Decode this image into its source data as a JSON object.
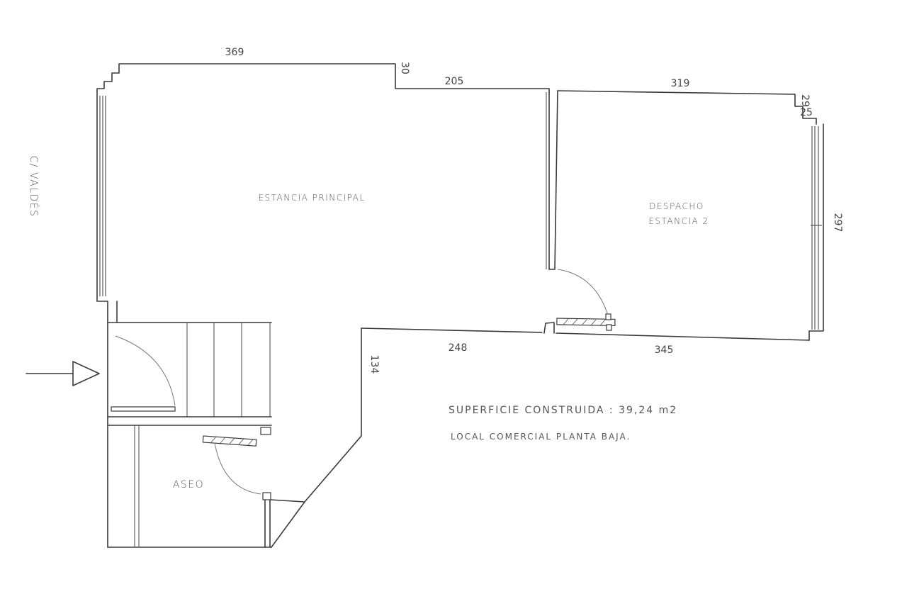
{
  "rooms": {
    "main": "ESTANCIA PRINCIPAL",
    "office_line1": "DESPACHO",
    "office_line2": "ESTANCIA 2",
    "bathroom": "ASEO"
  },
  "street": "C/ VALDÉS",
  "dimensions": {
    "top_main": "369",
    "step_small": "30",
    "top_middle": "205",
    "top_office": "319",
    "step_office_a": "29",
    "step_office_b": "25",
    "right_office": "297",
    "bottom_office": "345",
    "bottom_middle": "248",
    "diagonal": "134"
  },
  "notes": {
    "surface": "SUPERFICIE CONSTRUIDA : 39,24 m2",
    "usage": "LOCAL COMERCIAL PLANTA BAJA."
  }
}
